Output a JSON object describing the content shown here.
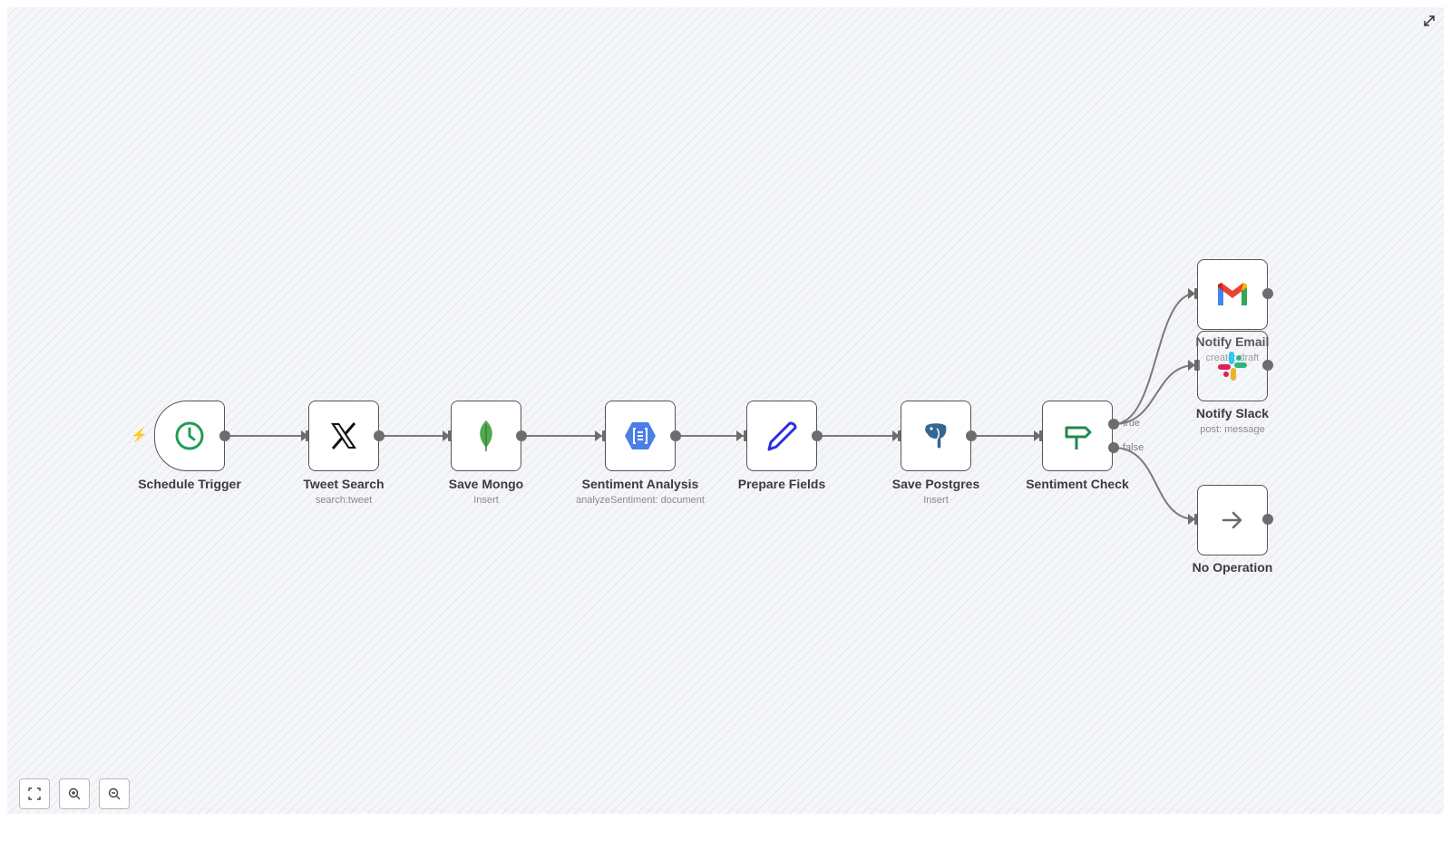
{
  "nodes": {
    "schedule_trigger": {
      "title": "Schedule Trigger",
      "subtitle": "",
      "icon": "clock-icon"
    },
    "tweet_search": {
      "title": "Tweet Search",
      "subtitle": "search:tweet",
      "icon": "x-logo-icon"
    },
    "save_mongo": {
      "title": "Save Mongo",
      "subtitle": "Insert",
      "icon": "mongodb-leaf-icon"
    },
    "sentiment_analysis": {
      "title": "Sentiment Analysis",
      "subtitle": "analyzeSentiment: document",
      "icon": "google-natural-language-icon"
    },
    "prepare_fields": {
      "title": "Prepare Fields",
      "subtitle": "",
      "icon": "pencil-icon"
    },
    "save_postgres": {
      "title": "Save Postgres",
      "subtitle": "Insert",
      "icon": "postgres-elephant-icon"
    },
    "sentiment_check": {
      "title": "Sentiment Check",
      "subtitle": "",
      "icon": "signpost-icon"
    },
    "notify_email": {
      "title": "Notify Email",
      "subtitle": "create: draft",
      "icon": "gmail-icon"
    },
    "notify_slack": {
      "title": "Notify Slack",
      "subtitle": "post: message",
      "icon": "slack-icon"
    },
    "no_operation": {
      "title": "No Operation",
      "subtitle": "",
      "icon": "arrow-right-icon"
    }
  },
  "branches": {
    "true_label": "true",
    "false_label": "false"
  },
  "controls": [
    "fit-view",
    "zoom-in",
    "zoom-out"
  ],
  "colors": {
    "trigger_green": "#1f9d55",
    "trigger_bolt": "#f26b5b",
    "x_black": "#111111",
    "mongo_green": "#4fa94d",
    "google_blue": "#4a7fe8",
    "pencil_blue": "#2d2ddc",
    "signpost_green": "#1f8a4c",
    "wire_gray": "#7a7a7a"
  }
}
